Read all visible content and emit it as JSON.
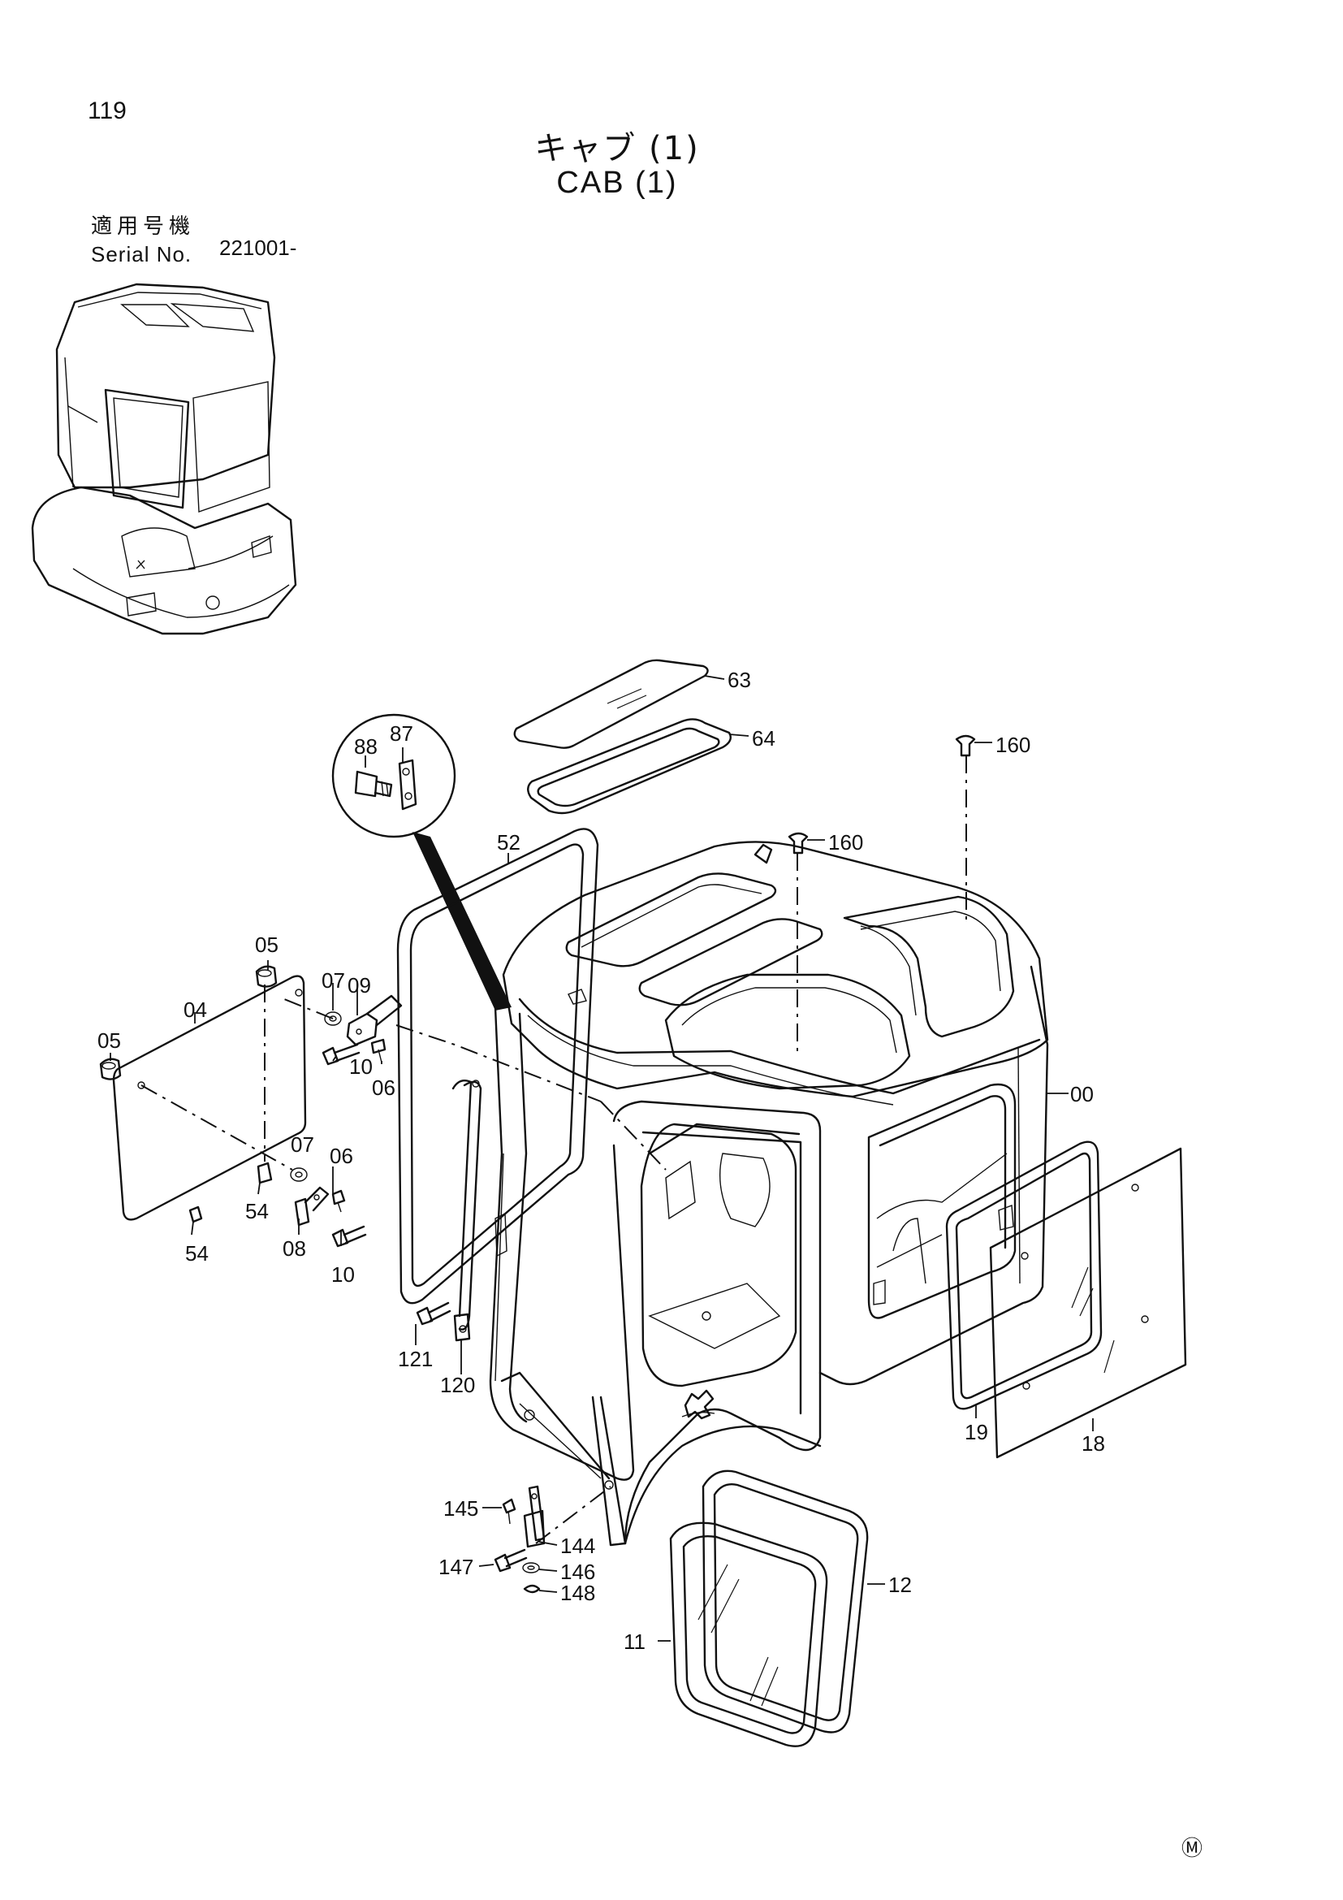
{
  "page_number": "119",
  "title_jp": "キャブ (1)",
  "title_en": "CAB (1)",
  "serial": {
    "label_jp": "適用号機",
    "label_en": "Serial No.",
    "range": "221001-"
  },
  "mark": "Ⓜ",
  "parts": {
    "p63": "63",
    "p64": "64",
    "p160a": "160",
    "p160b": "160",
    "p88": "88",
    "p87": "87",
    "p52": "52",
    "p05a": "05",
    "p05b": "05",
    "p04": "04",
    "p07a": "07",
    "p09": "09",
    "p10a": "10",
    "p06a": "06",
    "p07b": "07",
    "p06b": "06",
    "p54a": "54",
    "p54b": "54",
    "p08": "08",
    "p10b": "10",
    "p00": "00",
    "p121": "121",
    "p120": "120",
    "p19": "19",
    "p18": "18",
    "p145": "145",
    "p144": "144",
    "p147": "147",
    "p146": "146",
    "p148": "148",
    "p12": "12",
    "p11": "11"
  }
}
